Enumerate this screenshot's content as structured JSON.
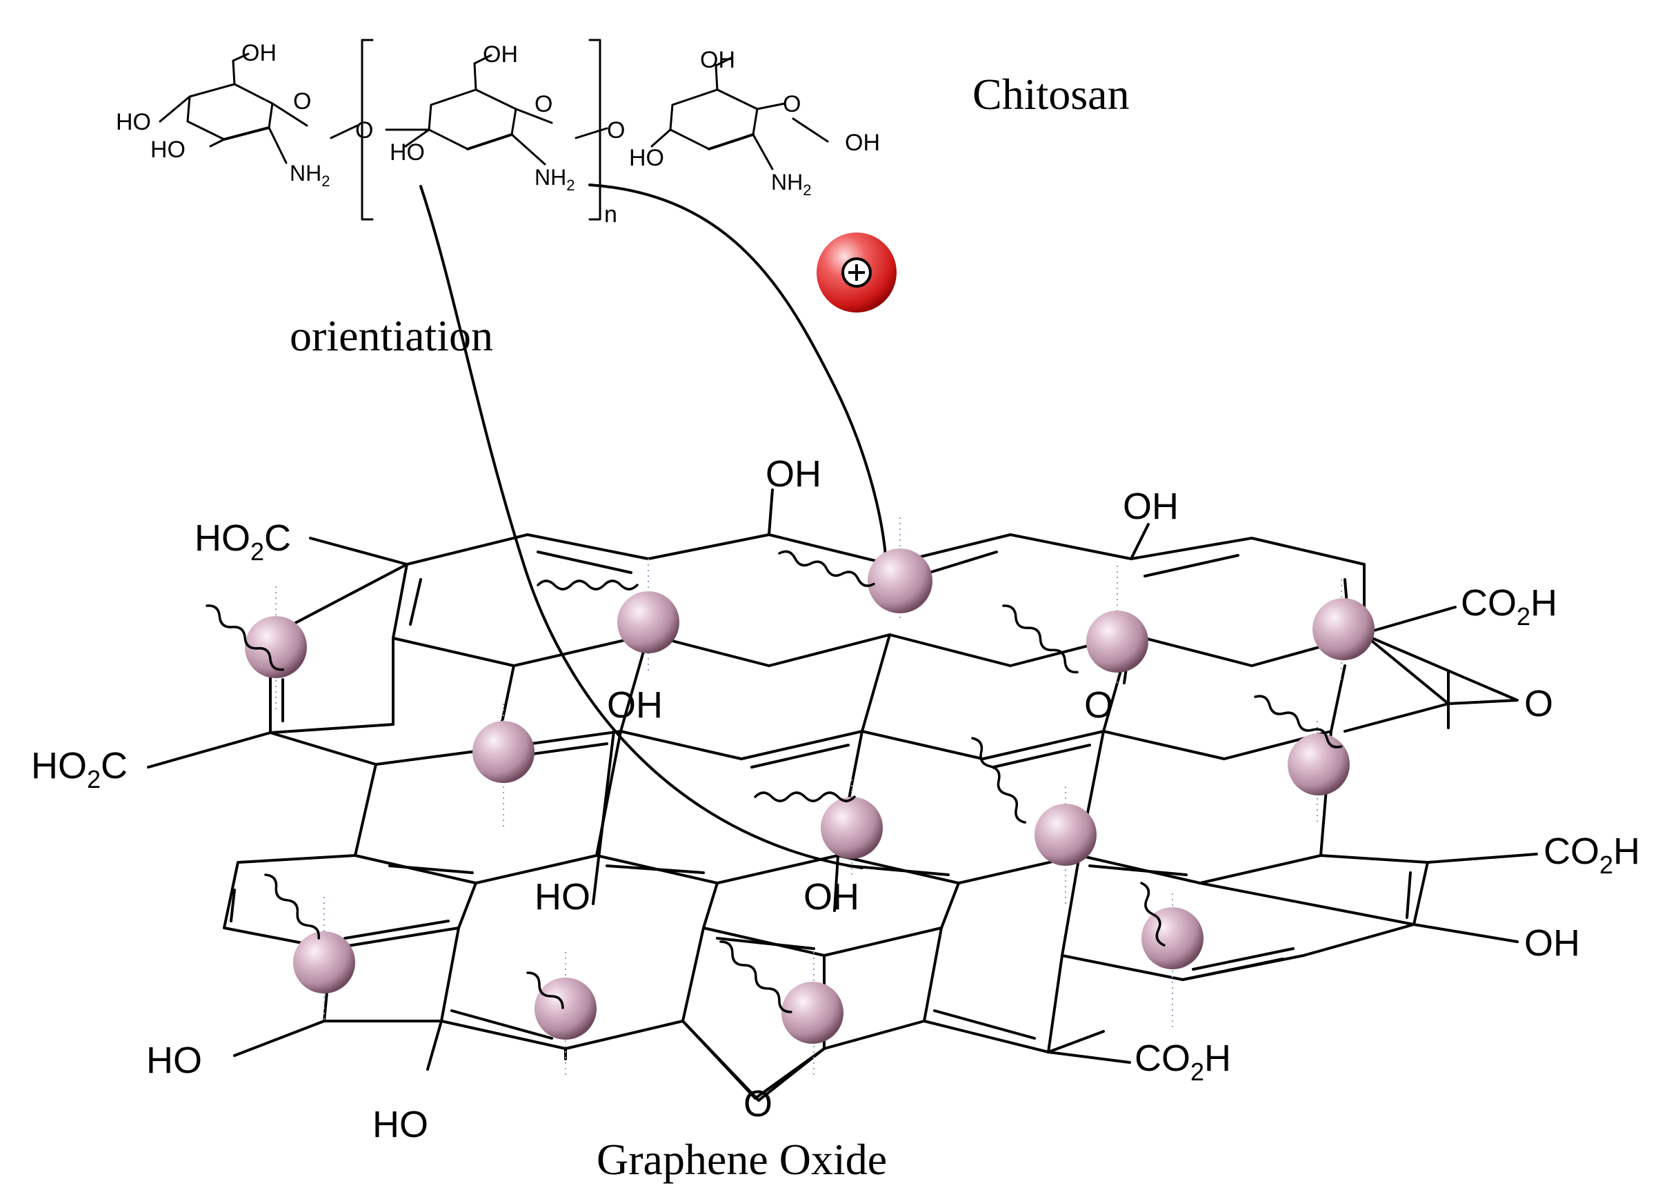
{
  "labels": {
    "chitosan": "Chitosan",
    "orientation": "orientiation",
    "graphene_oxide": "Graphene Oxide",
    "charge_symbol": "+",
    "repeat_index": "n"
  },
  "chitosan_groups": {
    "oh": "OH",
    "ho": "HO",
    "o": "O",
    "nh": "NH",
    "sub2": "2"
  },
  "go_groups": {
    "oh": "OH",
    "ho": "HO",
    "ho2c_main": "HO",
    "ho2c_sub": "2",
    "ho2c_c": "C",
    "co2h_co": "CO",
    "co2h_sub": "2",
    "co2h_h": "H",
    "epoxy_o": "O"
  },
  "colors": {
    "nanoparticle": "#c9a3b7",
    "nanoparticle_highlight": "#f4e6ee",
    "nanoparticle_shade": "#7a5468",
    "cation": "#e8262a",
    "cation_highlight": "#ffd6d6"
  }
}
